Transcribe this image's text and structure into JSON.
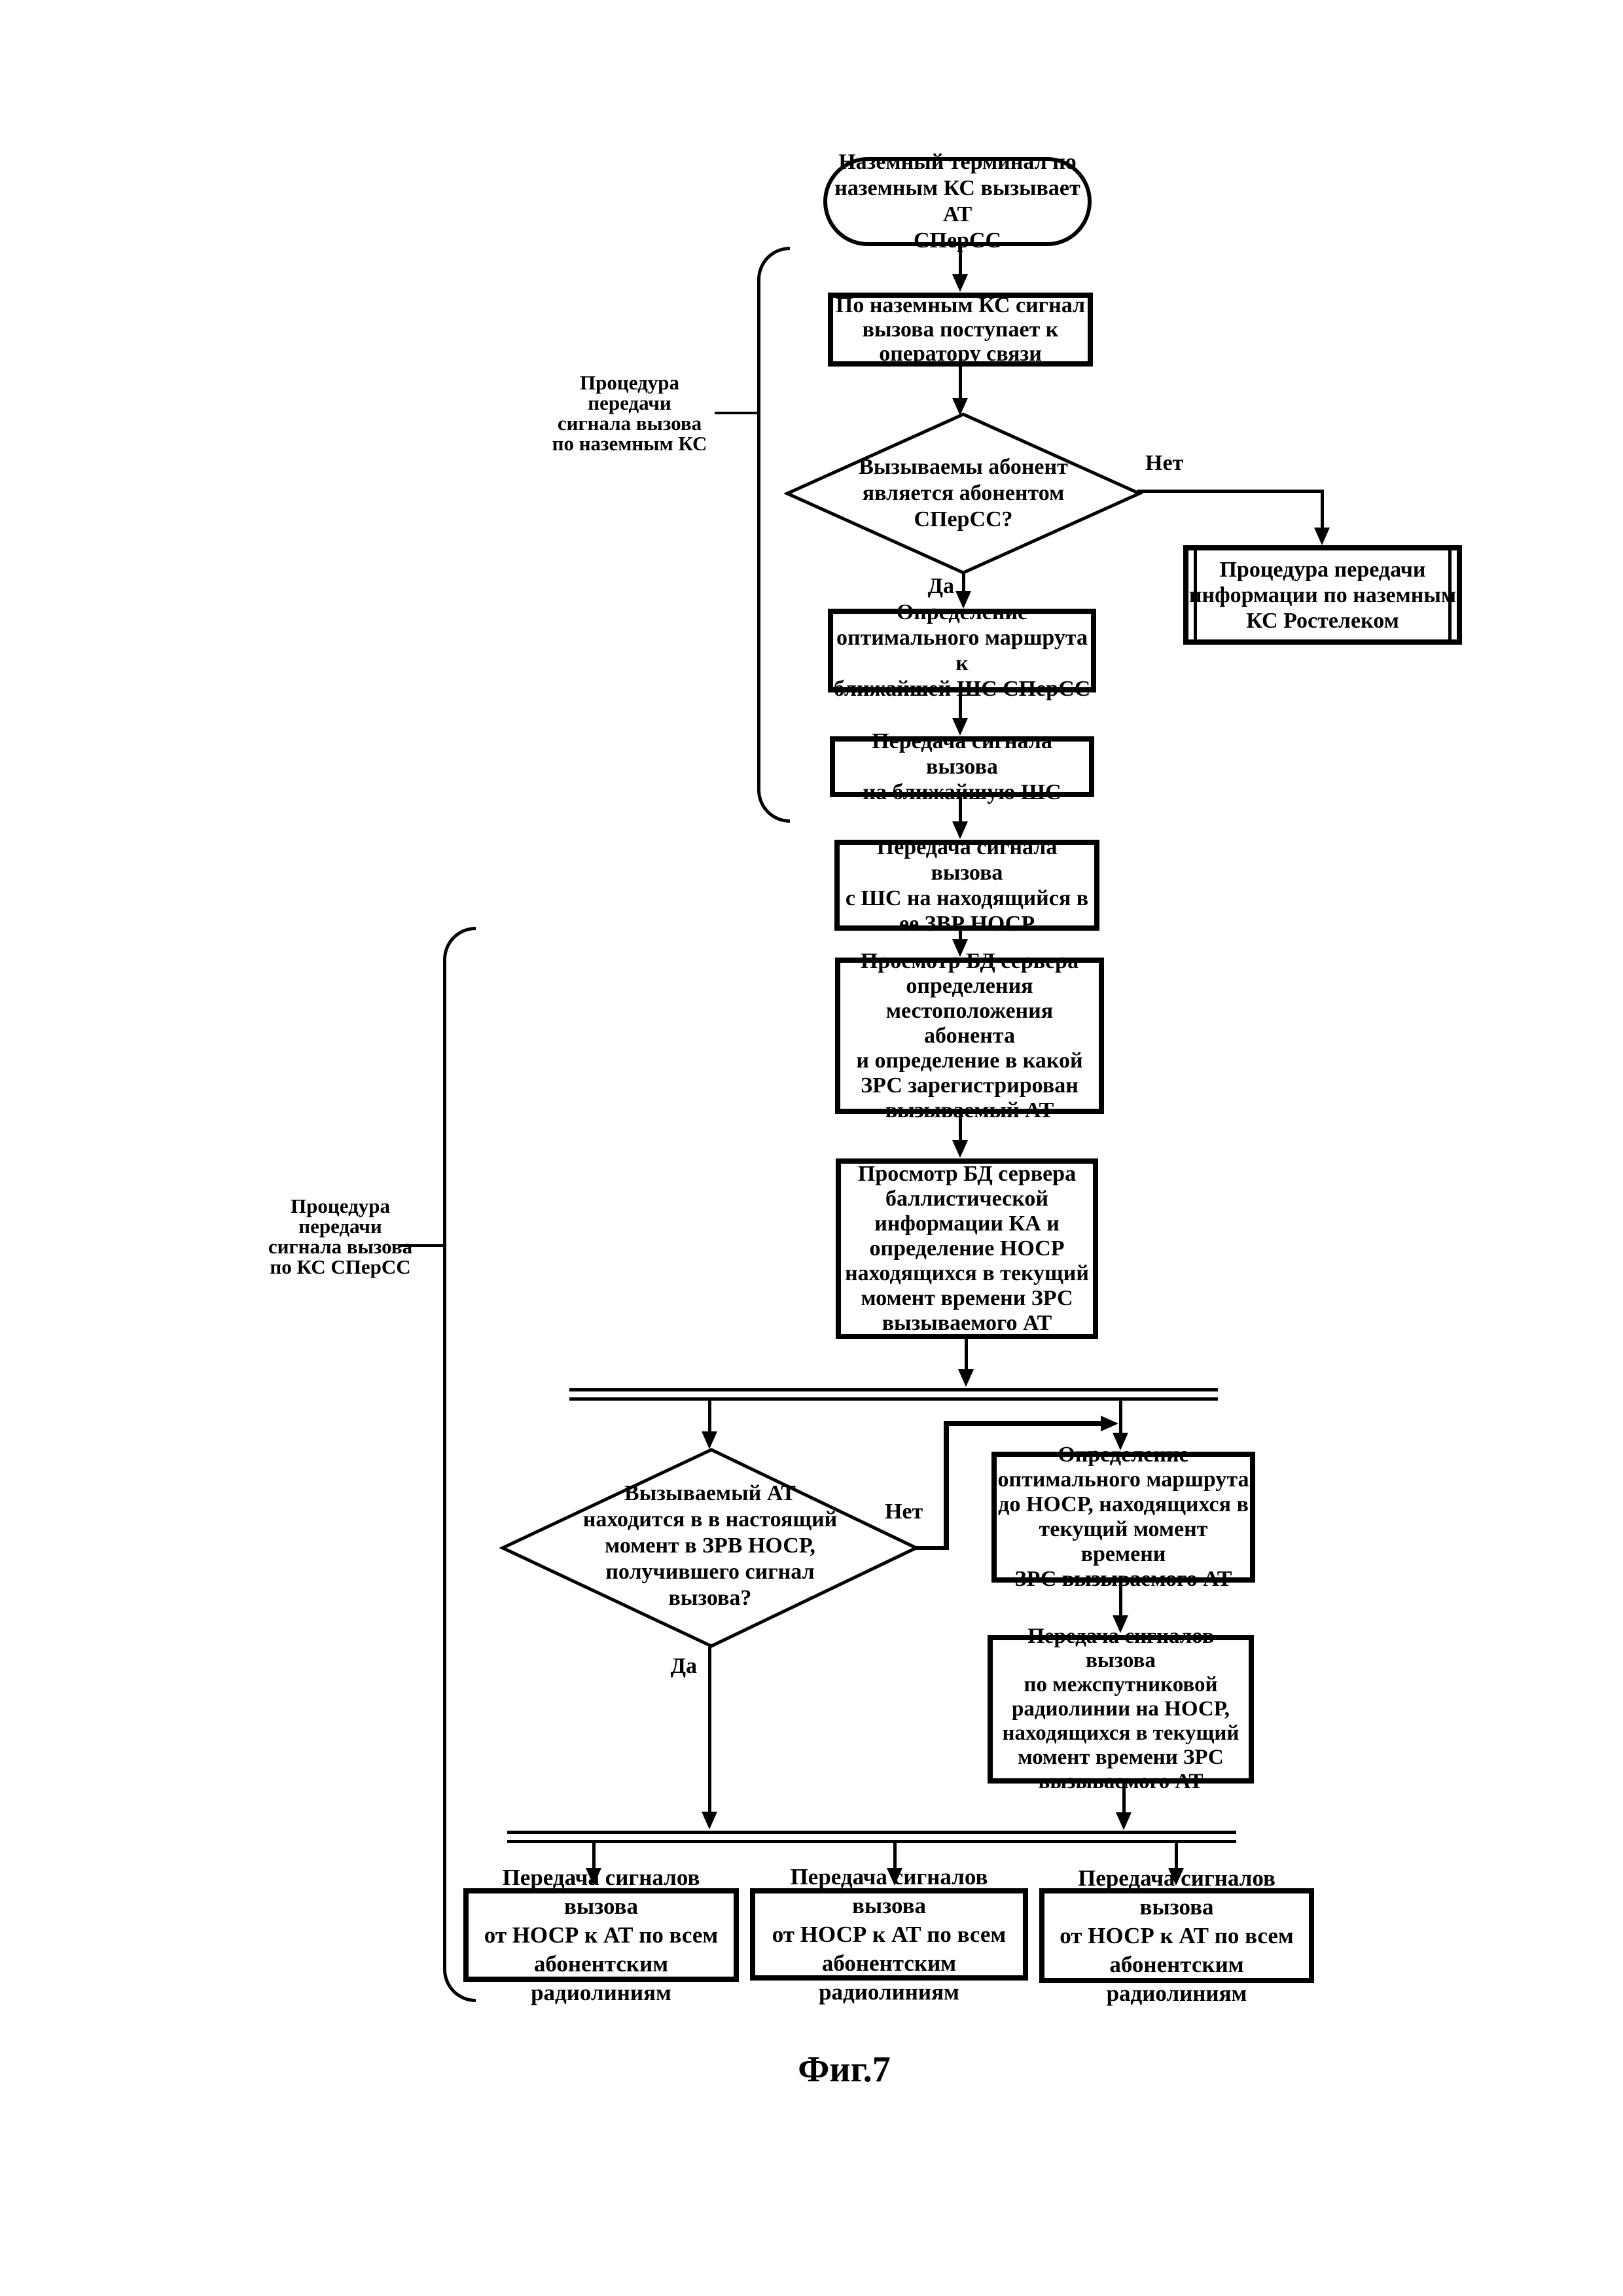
{
  "figure": {
    "caption": "Фиг.7"
  },
  "branch_labels": {
    "yes": "Да",
    "no": "Нет"
  },
  "sections": {
    "terrestrial": {
      "label": "Процедура\nпередачи\nсигнала вызова\nпо наземным КС"
    },
    "satellite": {
      "label": "Процедура\nпередачи\nсигнала вызова\nпо КС СПерСС"
    }
  },
  "nodes": {
    "start": "Наземный терминал по\nназемным КС вызывает АТ\nСПерСС",
    "to_operator": "По наземным КС сигнал\nвызова поступает к\nоператору связи",
    "is_subscriber": "Вызываемы абонент\nявляется абонентом\nСПерСС?",
    "rostelecom": "Процедура передачи\nинформации по наземным\nКС Ростелеком",
    "route_to_shs": "Определение\nоптимального маршрута к\nближайшей ШС СПерСС",
    "send_to_shs": "Передача сигнала вызова\nна ближайшую ШС",
    "shs_to_nosr": "Передача сигнала вызова\nс ШС на находящийся в\nее ЗВР НОСР",
    "lookup_location_db": "Просмотр БД сервера\nопределения\nместоположения абонента\nи определение в какой\nЗРС зарегистрирован\nвызываемый АТ",
    "lookup_ballistic_db": "Просмотр БД сервера\nбаллистической\nинформации КА и\nопределение НОСР\nнаходящихся в текущий\nмомент времени ЗРС\nвызываемого АТ",
    "at_in_zone": "Вызываемый АТ\nнаходится в в настоящий\nмомент в ЗРВ НОСР,\nполучившего сигнал\nвызова?",
    "route_to_nosr": "Определение\nоптимального маршрута\nдо НОСР, находящихся в\nтекущий момент времени\nЗРС вызываемого АТ",
    "intersat_relay": "Передача сигналов вызова\nпо межспутниковой\nрадиолинии на НОСР,\nнаходящихся в текущий\nмомент времени ЗРС\nвызываемого АТ",
    "broadcast": [
      "Передача сигналов вызова\nот НОСР к АТ по всем\nабонентским радиолиниям",
      "Передача сигналов вызова\nот НОСР к АТ по всем\nабонентским радиолиниям",
      "Передача сигналов вызова\nот НОСР к АТ по всем\nабонентским радиолиниям"
    ]
  }
}
